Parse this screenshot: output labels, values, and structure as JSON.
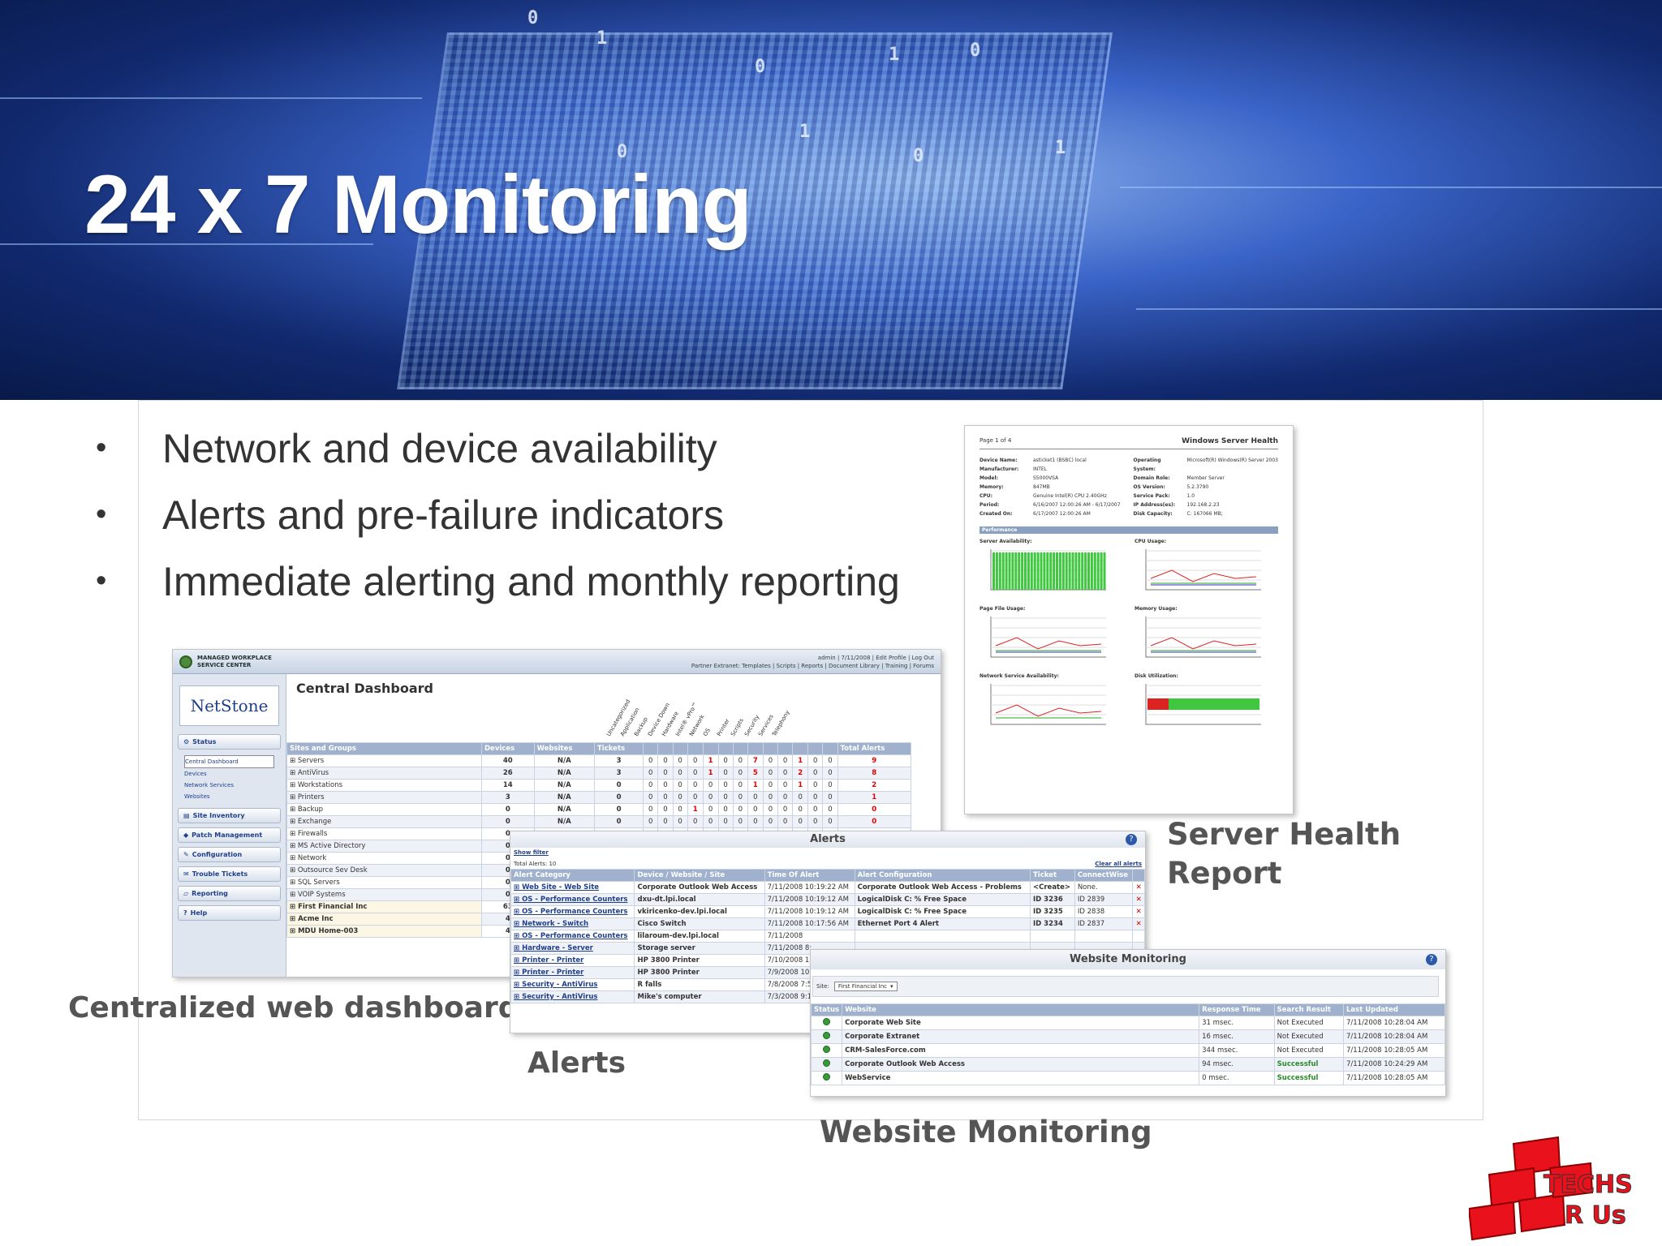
{
  "slide": {
    "title": "24 x 7 Monitoring",
    "bullets": [
      "Network and device availability",
      "Alerts and pre-failure indicators",
      "Immediate alerting and monthly reporting"
    ],
    "bullet_glyph": "•"
  },
  "banner_bits": [
    "0",
    "1",
    "0",
    "1",
    "0",
    "0",
    "1",
    "0",
    "1"
  ],
  "captions": {
    "dashboard": "Centralized web dashboard",
    "alerts": "Alerts",
    "website": "Website Monitoring",
    "server_health": "Server Health\nReport"
  },
  "dashboard": {
    "brand_line1": "MANAGED WORKPLACE",
    "brand_line2": "SERVICE CENTER",
    "user_line": "admin | 7/11/2008 | Edit Profile | Log Out",
    "nav_line": "Partner Extranet: Templates | Scripts | Reports | Document Library | Training | Forums",
    "logo_text": "NetStone",
    "heading": "Central Dashboard",
    "side_sections": [
      "Status",
      "Site Inventory",
      "Patch Management",
      "Configuration",
      "Trouble Tickets",
      "Reporting",
      "Help"
    ],
    "side_links": [
      "Central Dashboard",
      "Devices",
      "Network Services",
      "Websites"
    ],
    "category_headers": [
      "Uncategorized",
      "Application",
      "Backup",
      "Device Down",
      "Hardware",
      "Intel® vPro™",
      "Network",
      "OS",
      "Printer",
      "Scripts",
      "Security",
      "Services",
      "Telephony"
    ],
    "columns": [
      "Sites and Groups",
      "Devices",
      "Websites",
      "Tickets",
      "Total Alerts"
    ],
    "rows": [
      {
        "name": "Servers",
        "devices": "40",
        "websites": "N/A",
        "tickets": "3",
        "cats": [
          "0",
          "0",
          "0",
          "0",
          "1",
          "0",
          "0",
          "7",
          "0",
          "0",
          "1",
          "0",
          "0"
        ],
        "total": "9"
      },
      {
        "name": "AntiVirus",
        "devices": "26",
        "websites": "N/A",
        "tickets": "3",
        "cats": [
          "0",
          "0",
          "0",
          "0",
          "1",
          "0",
          "0",
          "5",
          "0",
          "0",
          "2",
          "0",
          "0"
        ],
        "total": "8"
      },
      {
        "name": "Workstations",
        "devices": "14",
        "websites": "N/A",
        "tickets": "0",
        "cats": [
          "0",
          "0",
          "0",
          "0",
          "0",
          "0",
          "0",
          "1",
          "0",
          "0",
          "1",
          "0",
          "0"
        ],
        "total": "2"
      },
      {
        "name": "Printers",
        "devices": "3",
        "websites": "N/A",
        "tickets": "0",
        "cats": [
          "0",
          "0",
          "0",
          "0",
          "0",
          "0",
          "0",
          "0",
          "0",
          "0",
          "0",
          "0",
          "0"
        ],
        "total": "1"
      },
      {
        "name": "Backup",
        "devices": "0",
        "websites": "N/A",
        "tickets": "0",
        "cats": [
          "0",
          "0",
          "0",
          "1",
          "0",
          "0",
          "0",
          "0",
          "0",
          "0",
          "0",
          "0",
          "0"
        ],
        "total": "0"
      },
      {
        "name": "Exchange",
        "devices": "0",
        "websites": "N/A",
        "tickets": "0",
        "cats": [
          "0",
          "0",
          "0",
          "0",
          "0",
          "0",
          "0",
          "0",
          "0",
          "0",
          "0",
          "0",
          "0"
        ],
        "total": "0"
      },
      {
        "name": "Firewalls",
        "devices": "0",
        "websites": "",
        "tickets": "",
        "cats": [],
        "total": ""
      },
      {
        "name": "MS Active Directory",
        "devices": "0",
        "websites": "",
        "tickets": "",
        "cats": [],
        "total": ""
      },
      {
        "name": "Network",
        "devices": "0",
        "websites": "",
        "tickets": "",
        "cats": [],
        "total": ""
      },
      {
        "name": "Outsource Sev Desk",
        "devices": "0",
        "websites": "",
        "tickets": "",
        "cats": [],
        "total": ""
      },
      {
        "name": "SQL Servers",
        "devices": "0",
        "websites": "",
        "tickets": "",
        "cats": [],
        "total": ""
      },
      {
        "name": "VOIP Systems",
        "devices": "0",
        "websites": "",
        "tickets": "",
        "cats": [],
        "total": ""
      },
      {
        "name": "First Financial Inc",
        "devices": "63",
        "websites": "",
        "tickets": "",
        "cats": [],
        "total": ""
      },
      {
        "name": "Acme Inc",
        "devices": "4",
        "websites": "",
        "tickets": "",
        "cats": [],
        "total": ""
      },
      {
        "name": "MDU Home-003",
        "devices": "4",
        "websites": "",
        "tickets": "",
        "cats": [],
        "total": ""
      }
    ]
  },
  "alerts": {
    "title": "Alerts",
    "show_filter": "Show filter",
    "total": "Total Alerts: 10",
    "clear_all": "Clear all alerts",
    "columns": [
      "Alert Category",
      "Device / Website / Site",
      "Time Of Alert",
      "Alert Configuration",
      "Ticket",
      "ConnectWise"
    ],
    "rows": [
      {
        "cat": "Web Site - Web Site",
        "dev": "Corporate Outlook Web Access",
        "time": "7/11/2008 10:19:22 AM",
        "conf": "Corporate Outlook Web Access - Problems",
        "ticket": "<Create>",
        "cw": "None."
      },
      {
        "cat": "OS - Performance Counters",
        "dev": "dxu-dt.lpi.local",
        "time": "7/11/2008 10:19:12 AM",
        "conf": "LogicalDisk C: % Free Space",
        "ticket": "ID 3236",
        "cw": "ID 2839"
      },
      {
        "cat": "OS - Performance Counters",
        "dev": "vkiricenko-dev.lpi.local",
        "time": "7/11/2008 10:19:12 AM",
        "conf": "LogicalDisk C: % Free Space",
        "ticket": "ID 3235",
        "cw": "ID 2838"
      },
      {
        "cat": "Network - Switch",
        "dev": "Cisco Switch",
        "time": "7/11/2008 10:17:56 AM",
        "conf": "Ethernet Port 4 Alert",
        "ticket": "ID 3234",
        "cw": "ID 2837"
      },
      {
        "cat": "OS - Performance Counters",
        "dev": "lilaroum-dev.lpi.local",
        "time": "7/11/2008",
        "conf": "",
        "ticket": "",
        "cw": ""
      },
      {
        "cat": "Hardware - Server",
        "dev": "Storage server",
        "time": "7/11/2008 8:",
        "conf": "",
        "ticket": "",
        "cw": ""
      },
      {
        "cat": "Printer - Printer",
        "dev": "HP 3800 Printer",
        "time": "7/10/2008 11:",
        "conf": "",
        "ticket": "",
        "cw": ""
      },
      {
        "cat": "Printer - Printer",
        "dev": "HP 3800 Printer",
        "time": "7/9/2008 10:",
        "conf": "",
        "ticket": "",
        "cw": ""
      },
      {
        "cat": "Security - AntiVirus",
        "dev": "R falls",
        "time": "7/8/2008 7:5",
        "conf": "",
        "ticket": "",
        "cw": ""
      },
      {
        "cat": "Security - AntiVirus",
        "dev": "Mike's computer",
        "time": "7/3/2008 9:1",
        "conf": "",
        "ticket": "",
        "cw": ""
      }
    ]
  },
  "website": {
    "title": "Website Monitoring",
    "site_label": "Site:",
    "site_value": "First Financial Inc",
    "columns": [
      "Status",
      "Website",
      "Response Time",
      "Search Result",
      "Last Updated"
    ],
    "rows": [
      {
        "site": "Corporate Web Site",
        "resp": "31 msec.",
        "result": "Not Executed",
        "updated": "7/11/2008 10:28:04 AM"
      },
      {
        "site": "Corporate Extranet",
        "resp": "16 msec.",
        "result": "Not Executed",
        "updated": "7/11/2008 10:28:04 AM"
      },
      {
        "site": "CRM-SalesForce.com",
        "resp": "344 msec.",
        "result": "Not Executed",
        "updated": "7/11/2008 10:28:05 AM"
      },
      {
        "site": "Corporate Outlook Web Access",
        "resp": "94 msec.",
        "result": "Successful",
        "updated": "7/11/2008 10:24:29 AM"
      },
      {
        "site": "WebService",
        "resp": "0 msec.",
        "result": "Successful",
        "updated": "7/11/2008 10:28:05 AM"
      }
    ]
  },
  "server_report": {
    "page": "Page 1 of 4",
    "title": "Windows Server Health",
    "info_left": [
      [
        "Device Name:",
        "asticket1 (BSBC) local"
      ],
      [
        "Manufacturer:",
        "INTEL"
      ],
      [
        "Model:",
        "S5000VSA"
      ],
      [
        "Memory:",
        "847MB"
      ],
      [
        "CPU:",
        "Genuine Intel(R) CPU 2.40GHz"
      ],
      [
        "Period:",
        "6/16/2007 12:00:26 AM - 6/17/2007"
      ],
      [
        "Created On:",
        "6/17/2007 12:00:26 AM"
      ]
    ],
    "info_right": [
      [
        "Operating System:",
        "Microsoft(R) Windows(R) Server 2003"
      ],
      [
        "Domain Role:",
        "Member Server"
      ],
      [
        "OS Version:",
        "5.2.3790"
      ],
      [
        "Service Pack:",
        "1.0"
      ],
      [
        "IP Address(es):",
        "192.168.2.23"
      ],
      [
        "Disk Capacity:",
        "C: 167066 MB;"
      ]
    ],
    "section": "Performance",
    "charts": [
      "Server Availability:",
      "CPU Usage:",
      "Page File Usage:",
      "Memory Usage:",
      "Network Service Availability:",
      "Disk Utilization:"
    ]
  },
  "logo": {
    "line1": "TECHS",
    "line2": "R Us"
  },
  "colors": {
    "title": "#ffffff",
    "body_text": "#333333",
    "caption": "#555555",
    "grid_header": "#9fb1cc",
    "logo_red": "#e8111c"
  }
}
